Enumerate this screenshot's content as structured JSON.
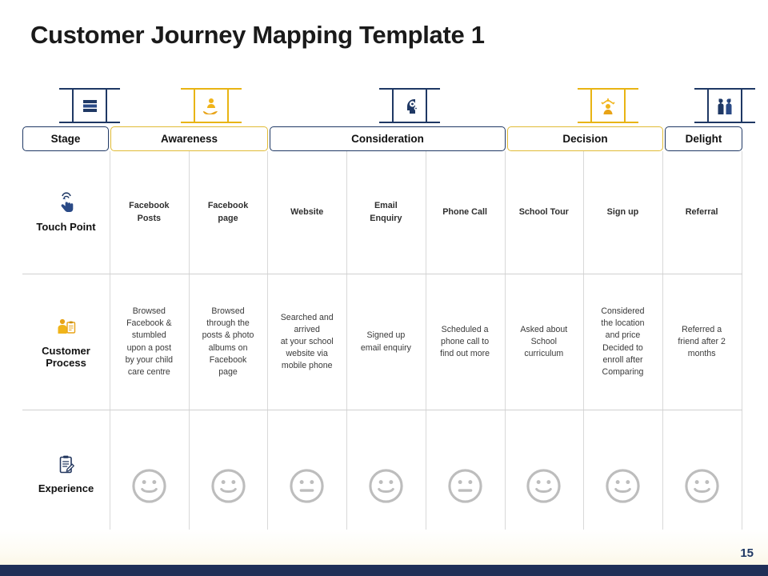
{
  "slide": {
    "title": "Customer Journey Mapping Template 1",
    "page_number": "15",
    "accent_blue": "#1f3864",
    "accent_gold": "#e0bb36",
    "footer_bar_color": "#1f2f57"
  },
  "stage_header": {
    "label_cell": "Stage",
    "stages": [
      {
        "label": "Awareness",
        "span": 2,
        "border": "gold"
      },
      {
        "label": "Consideration",
        "span": 3,
        "border": "blue"
      },
      {
        "label": "Decision",
        "span": 2,
        "border": "gold"
      },
      {
        "label": "Delight",
        "span": 1,
        "border": "blue"
      }
    ]
  },
  "stage_icons": [
    {
      "name": "list-stack-icon",
      "color": "blue"
    },
    {
      "name": "hand-person-icon",
      "color": "gold"
    },
    {
      "name": "head-gears-icon",
      "color": "blue"
    },
    {
      "name": "person-decision-icon",
      "color": "gold"
    },
    {
      "name": "two-people-highfive-icon",
      "color": "blue"
    }
  ],
  "rows": [
    {
      "label": "Touch Point",
      "icon": "finger-tap-icon",
      "cells": [
        "Facebook\nPosts",
        "Facebook\npage",
        "Website",
        "Email\nEnquiry",
        "Phone Call",
        "School  Tour",
        "Sign up",
        "Referral"
      ]
    },
    {
      "label": "Customer\nProcess",
      "icon": "person-clipboard-icon",
      "cells": [
        "Browsed\nFacebook &\nstumbled\nupon a post\nby your child\ncare centre",
        "Browsed\nthrough the\nposts & photo\nalbums on\nFacebook\npage",
        "Searched and\narrived\nat your school\nwebsite via\nmobile phone",
        "Signed up\nemail enquiry",
        "Scheduled a\nphone call to\nfind out more",
        "Asked about\nSchool\ncurriculum",
        "Considered\nthe location\nand price\nDecided to\nenroll after\nComparing",
        "Referred  a\nfriend after 2\nmonths"
      ]
    },
    {
      "label": "Experience",
      "icon": "clipboard-pen-icon",
      "faces": [
        "smile",
        "smile",
        "neutral",
        "smile",
        "neutral",
        "smile",
        "smile",
        "smile"
      ]
    }
  ]
}
